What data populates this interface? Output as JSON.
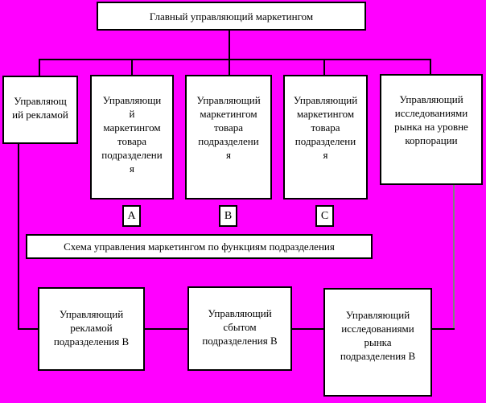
{
  "colors": {
    "background": "#FF00FF",
    "box_fill": "#FFFFFF",
    "box_border": "#000000",
    "right_connector_gray": "#808080"
  },
  "top_box": {
    "text": "Главный управляющий маркетингом"
  },
  "row2": [
    {
      "text": "Управляющ\nий рекламой"
    },
    {
      "text": "Управляющи\nй\nмаркетингом\nтовара\nподразделени\nя"
    },
    {
      "text": "Управляющий\nмаркетингом\nтовара\nподразделени\nя"
    },
    {
      "text": "Управляющий\nмаркетингом\nтовара\nподразделени\nя"
    },
    {
      "text": "Управляющий\nисследованиями\nрынка на уровне\nкорпорации"
    }
  ],
  "division_labels": [
    {
      "text": "А"
    },
    {
      "text": "В"
    },
    {
      "text": "С"
    }
  ],
  "banner": {
    "text": "Схема управления маркетингом по функциям подразделения"
  },
  "row3": [
    {
      "text": "Управляющий\nрекламой\nподразделения В"
    },
    {
      "text": "Управляющий\nсбытом\nподразделения В"
    },
    {
      "text": "Управляющий\nисследованиями\nрынка\nподразделения В"
    }
  ]
}
